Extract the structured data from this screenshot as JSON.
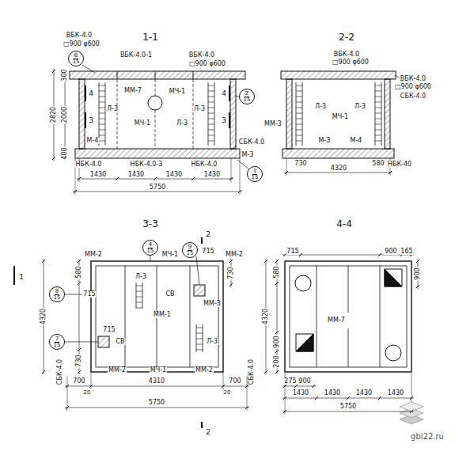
{
  "diagram": {
    "nodes": [
      {
        "text": [
          "6",
          "15"
        ]
      },
      {
        "text": [
          "2",
          "15"
        ]
      },
      {
        "text": [
          "1",
          "15"
        ]
      },
      {
        "text": [
          "4",
          "15"
        ]
      },
      {
        "text": [
          "9",
          "15"
        ]
      },
      {
        "text": [
          "8",
          "15"
        ]
      },
      {
        "text": [
          "7",
          "15"
        ]
      }
    ],
    "labels": [
      "1-1",
      "ВБК-4.0",
      "□900 φ600",
      "ВБК-4.0-1",
      "ВБК-4.0",
      "□900 φ600",
      "4",
      "4",
      "3",
      "3",
      "ММ-7",
      "МЧ-1",
      "Л-3",
      "Л-3",
      "МЧ-1",
      "Л-3",
      "СБК-4.0",
      "М-3",
      "М-4",
      "НБК-4.0",
      "НБК-4.0-3",
      "НБК-4.0",
      "300",
      "2000",
      "400",
      "2820",
      "1430",
      "1430",
      "1430",
      "1430",
      "5750",
      "2-2",
      "ВБК-4.0",
      "□900 φ600",
      "ВБК-4.0",
      "□900 φ600",
      "СБК-4.0",
      "ММ-3",
      "Л-3",
      "Л-3",
      "МЧ-1",
      "М-3",
      "М-4",
      "НБК-40",
      "730",
      "580",
      "4320",
      "3-3",
      "1",
      "2",
      "2",
      "ММ-2",
      "МЧ-1",
      "715",
      "ММ-2",
      "580",
      "730",
      "715",
      "Л-3",
      "СВ",
      "ММ-3",
      "ММ-1",
      "4320",
      "715",
      "СВ",
      "Л-3",
      "730",
      "ММ-2",
      "МЧ-1",
      "ММ-2",
      "СБК-4.0",
      "СБК-4.0",
      "700",
      "4310",
      "700",
      "20",
      "20",
      "5750",
      "4-4",
      "715",
      "900",
      "165",
      "580",
      "900",
      "ММ-7",
      "4320",
      "900",
      "200",
      "275",
      "900",
      "1430",
      "1430",
      "1430",
      "1430",
      "5750",
      "gbi22.ru"
    ]
  }
}
